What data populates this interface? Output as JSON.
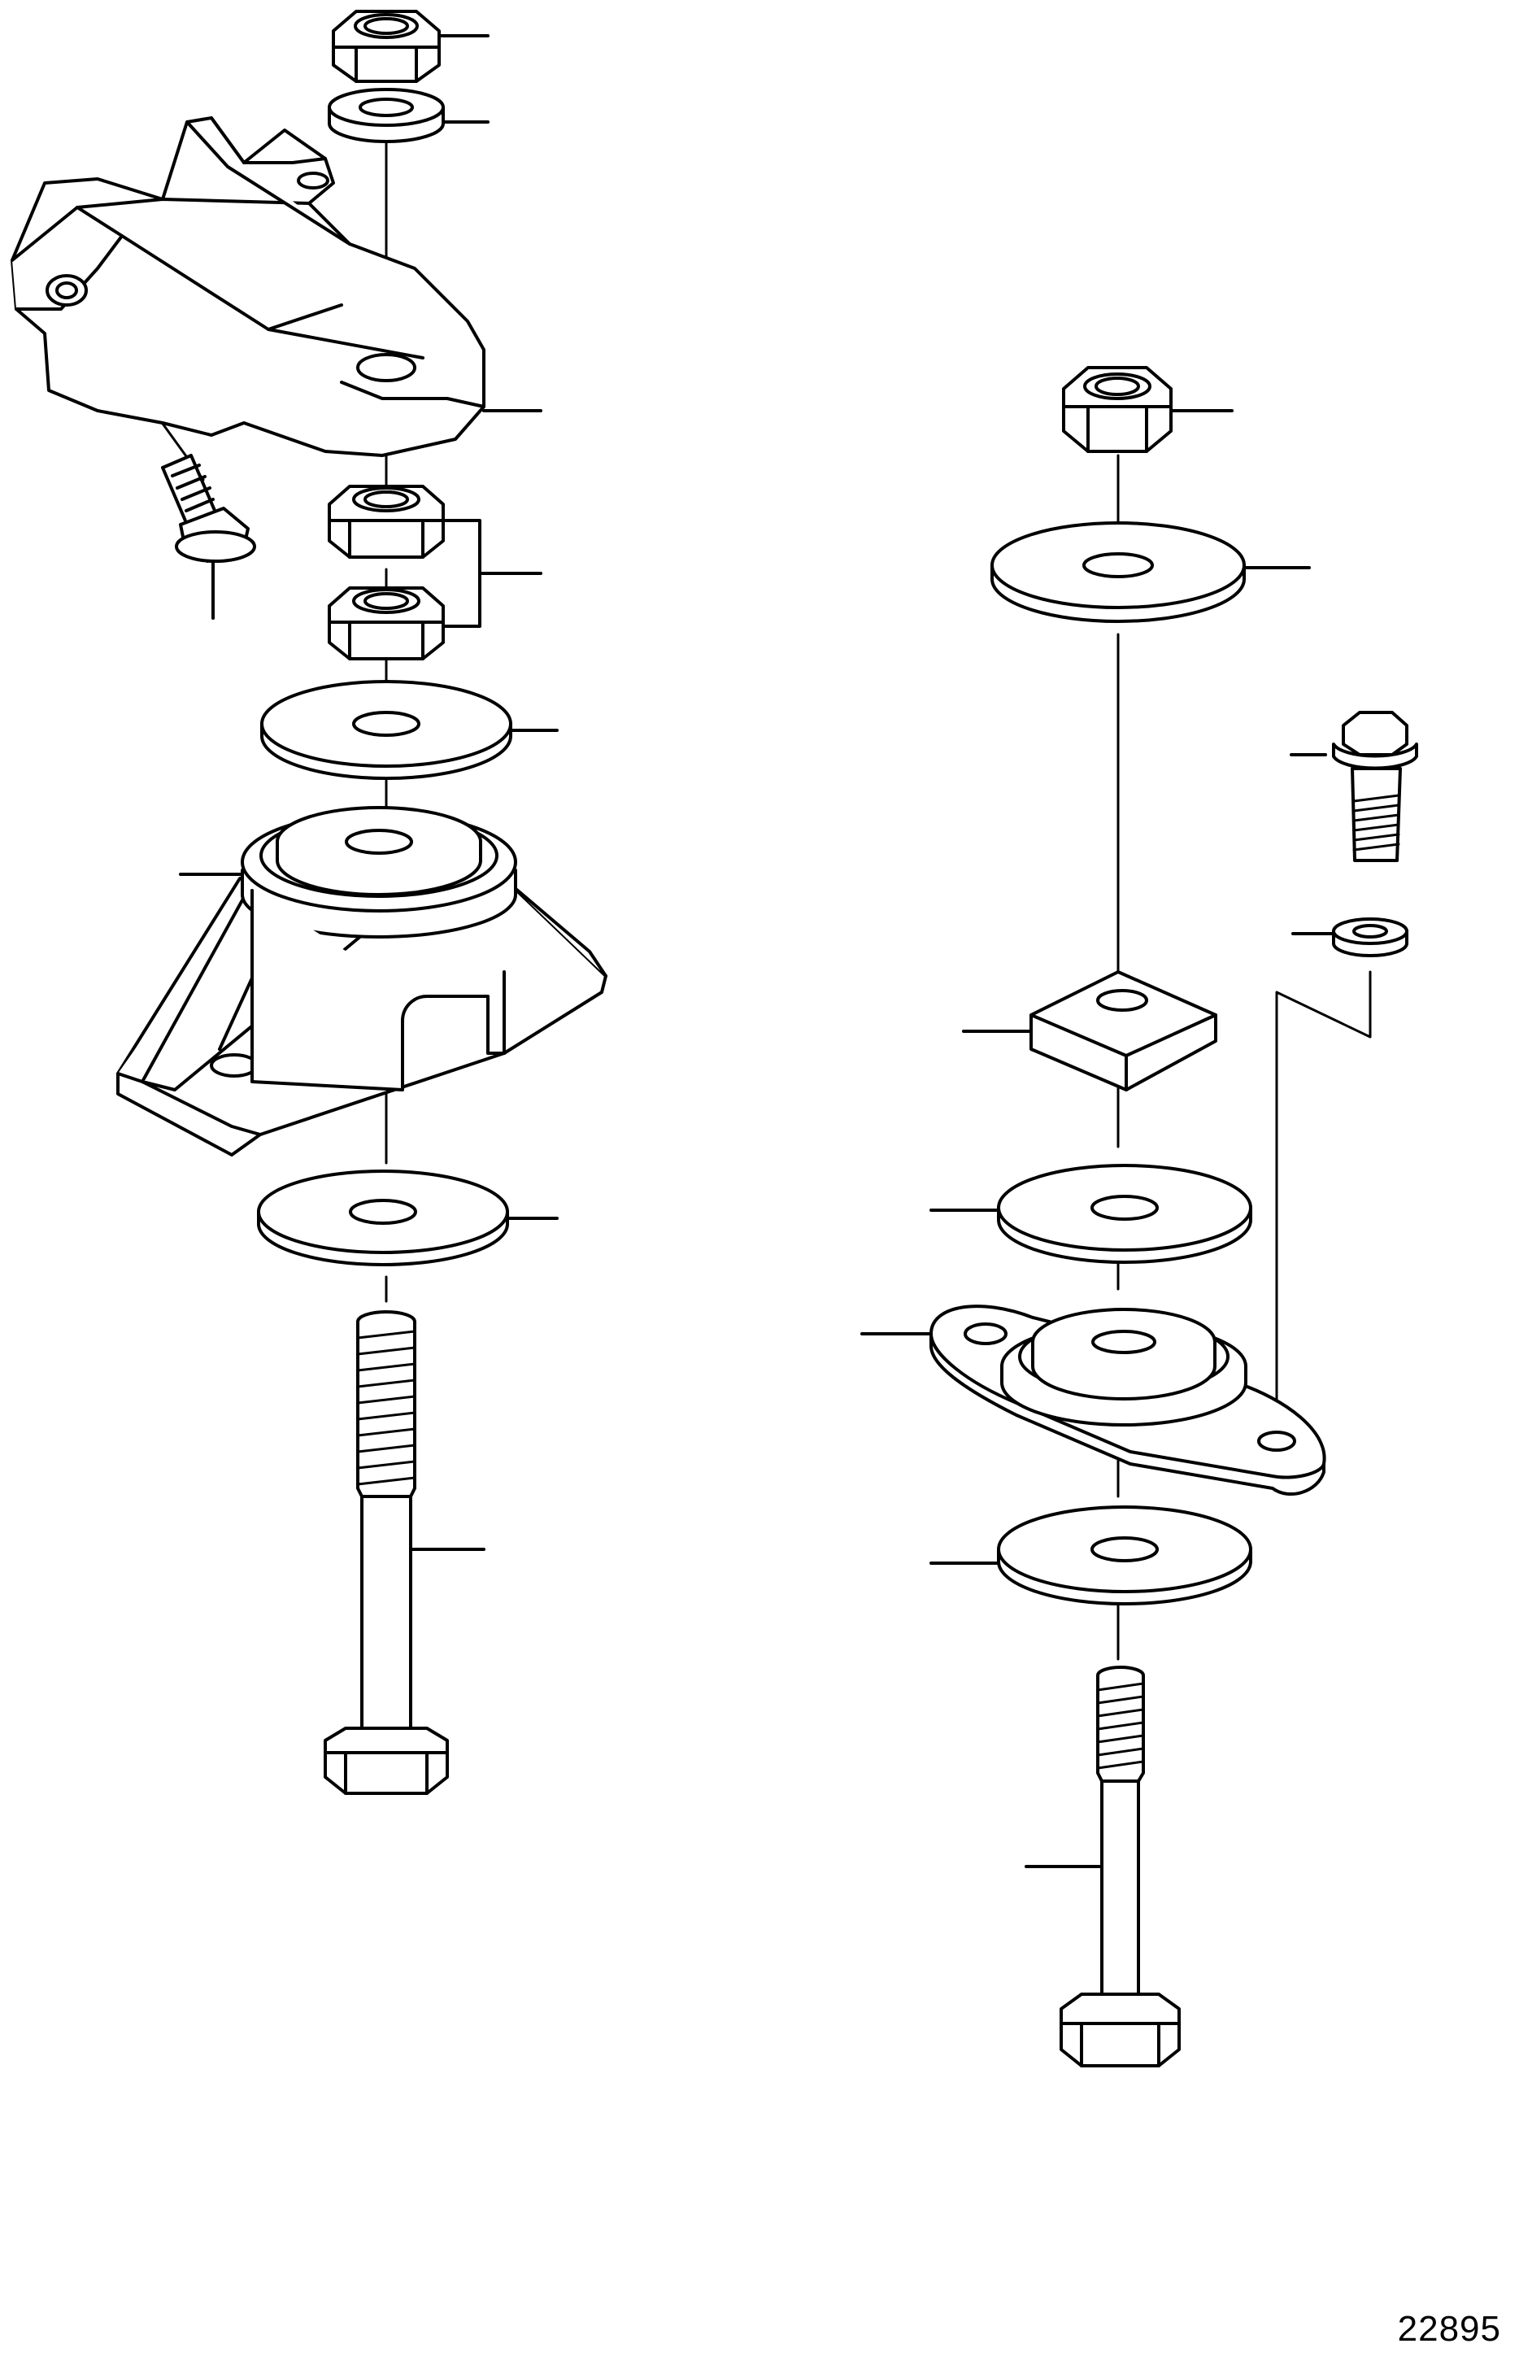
{
  "figure": {
    "number": "22895"
  },
  "colors": {
    "line": "#000000",
    "fill": "#ffffff"
  },
  "assemblies": [
    {
      "name": "left-engine-mount",
      "parts": [
        "lock-nut",
        "washer",
        "engine-bracket",
        "flange-bolt",
        "double-lock-nuts",
        "upper-washer",
        "rubber-mount-with-bracket",
        "lower-washer",
        "stud-bolt"
      ]
    },
    {
      "name": "right-engine-mount",
      "parts": [
        "lock-nut",
        "large-washer",
        "flange-bolt",
        "washer",
        "square-spacer",
        "upper-washer",
        "rubber-mount-flange",
        "lower-washer",
        "bolt"
      ]
    }
  ]
}
